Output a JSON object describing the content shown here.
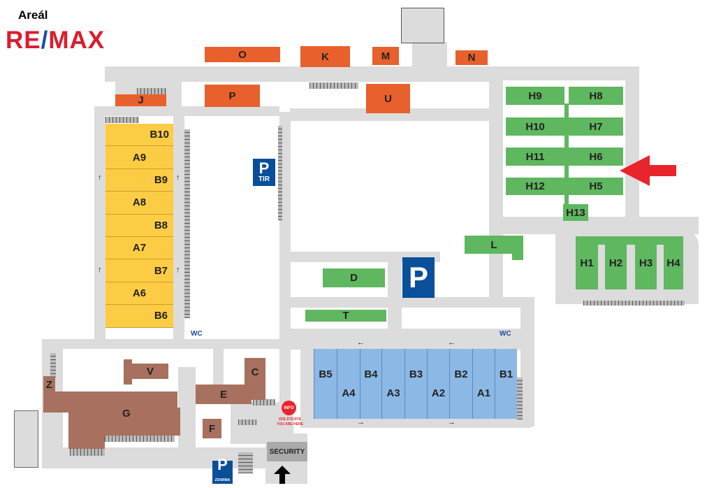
{
  "title": "Areál",
  "logo": "RE/MAX",
  "colors": {
    "orange": "#e8602c",
    "green": "#5fb760",
    "yellow": "#fccc45",
    "blue": "#8cb8e6",
    "brown": "#a8705e",
    "parking": "#0a4f9a",
    "road": "#dcdcdc",
    "marker": "#e8242c"
  },
  "orange_buildings": {
    "o": "O",
    "k": "K",
    "m": "M",
    "n": "N",
    "p": "P",
    "u": "U",
    "j": "J"
  },
  "yellow_rows": [
    "B10",
    "A9",
    "B9",
    "A8",
    "B8",
    "A7",
    "B7",
    "A6",
    "B6"
  ],
  "green": {
    "h9": "H9",
    "h8": "H8",
    "h10": "H10",
    "h7": "H7",
    "h11": "H11",
    "h6": "H6",
    "h12": "H12",
    "h5": "H5",
    "h13": "H13",
    "l": "L",
    "h1": "H1",
    "h2": "H2",
    "h3": "H3",
    "h4": "H4",
    "d": "D",
    "t": "T"
  },
  "blue_units": [
    "B5",
    "A4",
    "B4",
    "A3",
    "B3",
    "A2",
    "B2",
    "A1",
    "B1"
  ],
  "brown": {
    "v": "V",
    "c": "C",
    "e": "E",
    "f": "F",
    "g": "G",
    "z": "Z"
  },
  "parking": {
    "main": "P",
    "tir_p": "P",
    "tir": "TIR",
    "free_p": "P",
    "free": "ZDARMA"
  },
  "wc": "WC",
  "info": {
    "badge": "INFO",
    "line1": "ZDE STOJITE",
    "line2": "YOU ARE HERE"
  },
  "security": "SECURITY",
  "arrows": {
    "up": "↑",
    "left": "←",
    "right": "→"
  }
}
